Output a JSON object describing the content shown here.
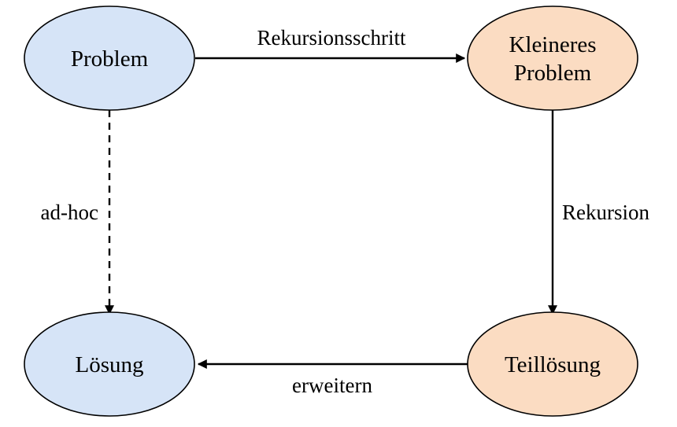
{
  "colors": {
    "blue_node": "#d6e4f7",
    "orange_node": "#fbdcc2",
    "stroke": "#000000"
  },
  "nodes": {
    "problem": {
      "label": "Problem"
    },
    "smaller_problem": {
      "line1": "Kleineres",
      "line2": "Problem"
    },
    "solution": {
      "label": "Lösung"
    },
    "partial_solution": {
      "label": "Teillösung"
    }
  },
  "edges": {
    "recursion_step": {
      "label": "Rekursionsschritt",
      "style": "solid"
    },
    "recursion": {
      "label": "Rekursion",
      "style": "solid"
    },
    "extend": {
      "label": "erweitern",
      "style": "solid"
    },
    "ad_hoc": {
      "label": "ad-hoc",
      "style": "dashed"
    }
  }
}
